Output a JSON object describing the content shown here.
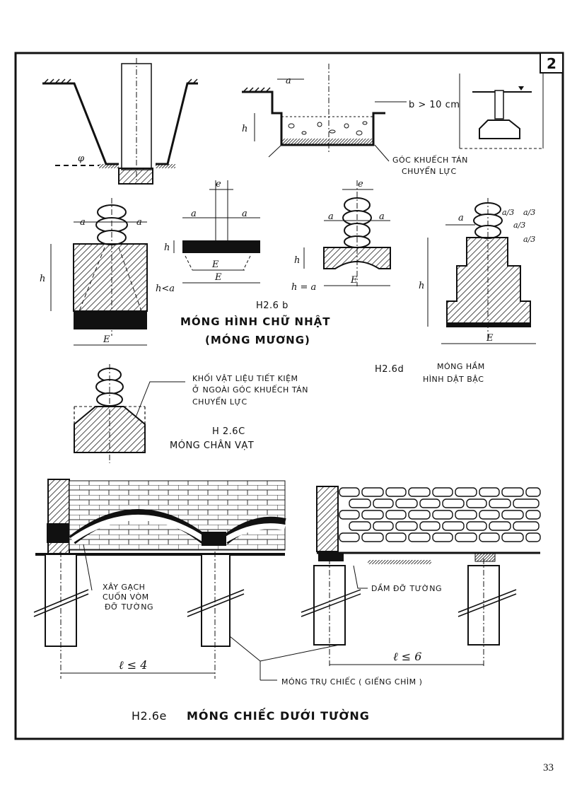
{
  "sheet_number": "2",
  "page_number": "33",
  "top": {
    "angle_symbol": "φ",
    "dim_a": "a",
    "dim_h": "h",
    "b_note": "b > 10 cm",
    "spread_line1": "GÓC KHUẾCH TÁN",
    "spread_line2": "CHUYỂN LỰC"
  },
  "fig_b": {
    "dim_a": "a",
    "dim_e": "e",
    "dim_h": "h",
    "dim_E": "E",
    "h_lt_a": "h<a",
    "h_eq_a": "h = a",
    "caption_code": "H2.6 b",
    "caption_line1": "MÓNG HÌNH CHỮ NHẬT",
    "caption_line2": "(MÓNG MƯƠNG)"
  },
  "fig_d": {
    "dim_a": "a",
    "a_third": "a/3",
    "dim_h": "h",
    "dim_E": "E",
    "caption_code": "H2.6d",
    "caption_line1": "MÓNG HẦM",
    "caption_line2": "HÌNH DẬT BẬC"
  },
  "fig_c": {
    "note_line1": "KHỐI VẬT LIỆU TIẾT KIỆM",
    "note_line2": "Ở NGOÀI GÓC KHUẾCH TÁN",
    "note_line3": "CHUYỂN LỰC",
    "caption_code": "H 2.6C",
    "caption_line1": "MÓNG CHÂN VẠT"
  },
  "fig_e": {
    "arch_line1": "XÂY GẠCH",
    "arch_line2": "CUỐN VÒM",
    "arch_line3": "ĐỠ TƯỜNG",
    "beam_label": "DẦM ĐỠ TƯỜNG",
    "span_left": "ℓ ≤ 4",
    "span_right": "ℓ ≤ 6",
    "pier_label": "MÓNG TRỤ CHIẾC ( GIẾNG CHÌM )",
    "caption_code": "H2.6e",
    "caption_text": "MÓNG CHIẾC DƯỚI TƯỜNG"
  }
}
